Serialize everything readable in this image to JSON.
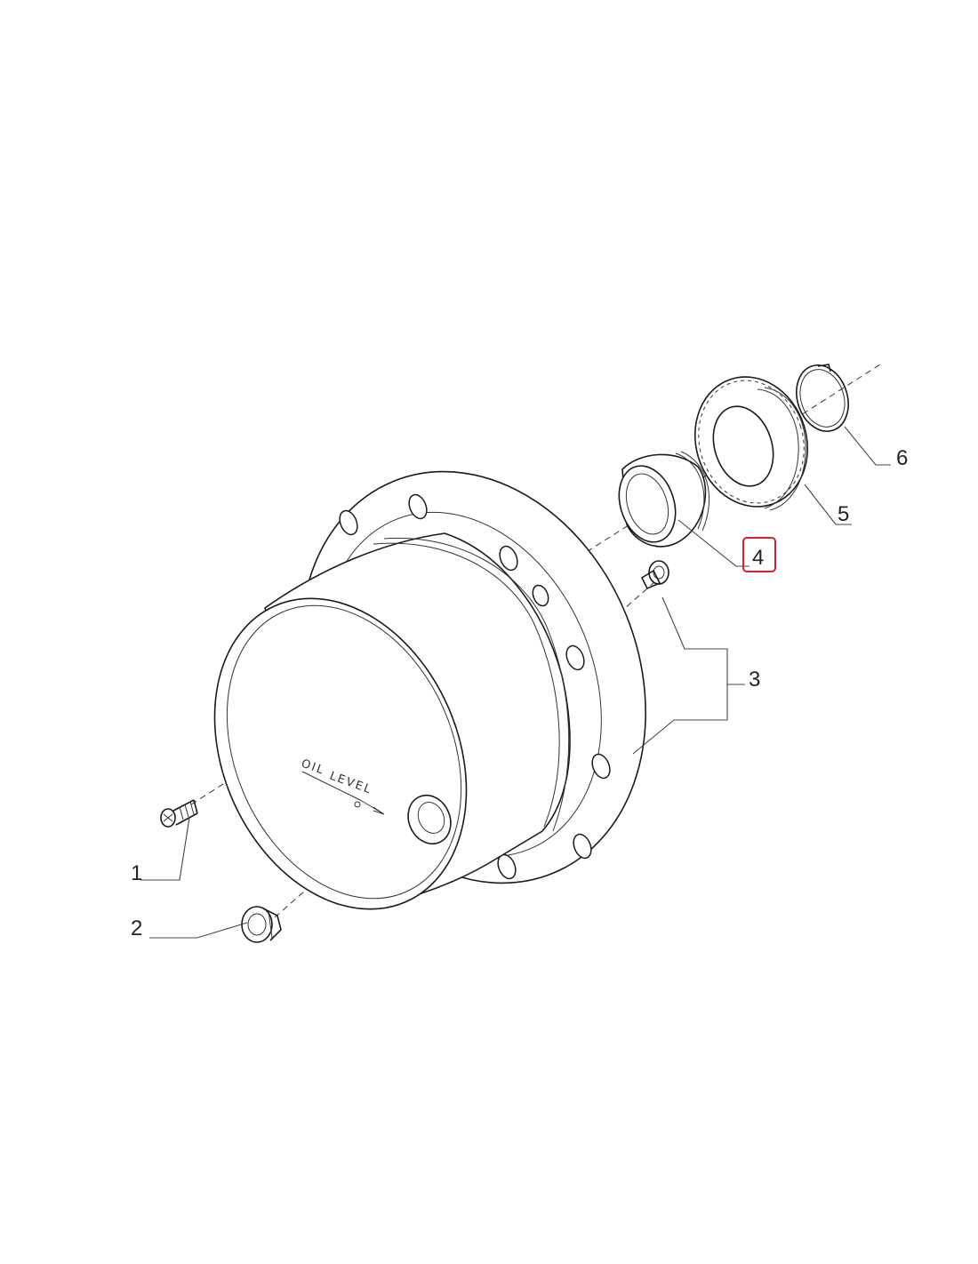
{
  "callouts": [
    {
      "number": "1",
      "part": "screw"
    },
    {
      "number": "2",
      "part": "plug"
    },
    {
      "number": "3",
      "part": "hub"
    },
    {
      "number": "4",
      "part": "bushing",
      "highlighted": true
    },
    {
      "number": "5",
      "part": "gear"
    },
    {
      "number": "6",
      "part": "retaining ring"
    }
  ],
  "engraving": {
    "oil": "OIL",
    "level": "LEVEL"
  },
  "colors": {
    "line": "#1a1a1a",
    "highlight_box": "#d8202a",
    "background": "#ffffff"
  }
}
